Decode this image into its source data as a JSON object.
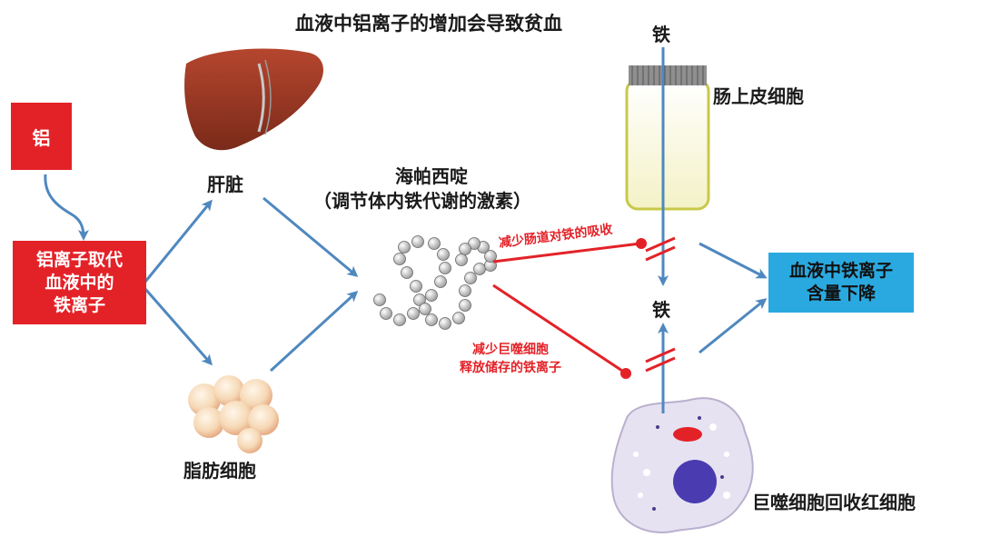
{
  "title": "血液中铝离子的增加会导致贫血",
  "aluminum_box": "铝",
  "replace_box": "铝离子取代\n血液中的\n铁离子",
  "liver_label": "肝脏",
  "fat_label": "脂肪细胞",
  "hepcidin_label": "海帕西啶",
  "hepcidin_desc": "（调节体内铁代谢的激素）",
  "note_intestine": "减少肠道对铁的吸收",
  "note_macrophage": "减少巨噬细胞\n释放储存的铁离子",
  "iron_top": "铁",
  "iron_mid": "铁",
  "intestine_label": "肠上皮细胞",
  "macrophage_label": "巨噬细胞回收红细胞",
  "result_box": "血液中铁离子\n含量下降",
  "colors": {
    "red": "#e32228",
    "blue_arrow": "#4f88bf",
    "result_bg": "#2aa9e0"
  }
}
